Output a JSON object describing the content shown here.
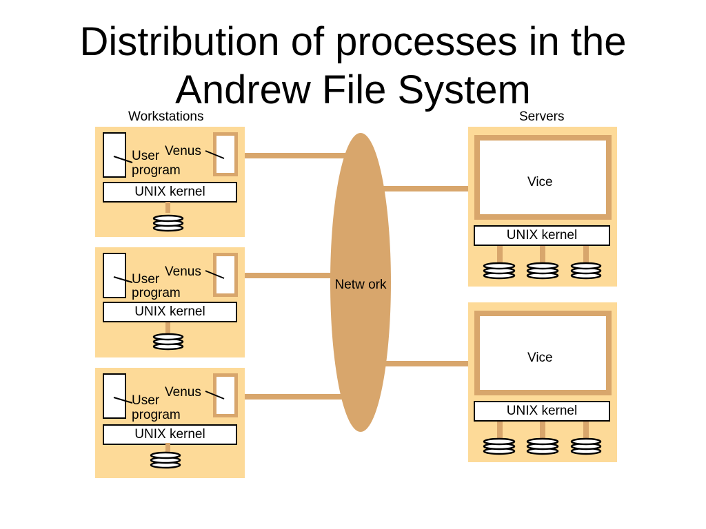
{
  "slide": {
    "title_line1": "Distribution of processes in the",
    "title_line2": "Andrew File System"
  },
  "headers": {
    "workstations": "Workstations",
    "servers": "Servers"
  },
  "workstations": [
    {
      "user": "User",
      "program": "program",
      "venus": "Venus",
      "kernel": "UNIX kernel"
    },
    {
      "user": "User",
      "program": "program",
      "venus": "Venus",
      "kernel": "UNIX kernel"
    },
    {
      "user": "User",
      "program": "program",
      "venus": "Venus",
      "kernel": "UNIX kernel"
    }
  ],
  "servers": [
    {
      "vice": "Vice",
      "kernel": "UNIX kernel",
      "disks": 3
    },
    {
      "vice": "Vice",
      "kernel": "UNIX kernel",
      "disks": 3
    }
  ],
  "network": {
    "label": "Netw ork"
  },
  "colors": {
    "panel": "#fdda98",
    "accent": "#d8a66c"
  }
}
